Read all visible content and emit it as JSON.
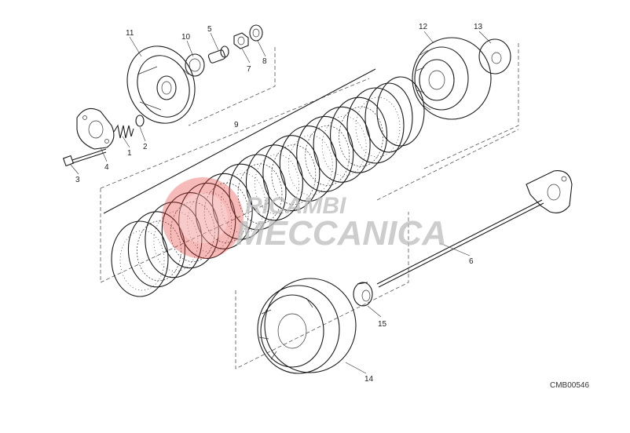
{
  "diagram": {
    "drawing_code": "CMB00546",
    "watermark": {
      "line1": "RICAMBI",
      "line2": "MECCANICA"
    },
    "callouts": [
      {
        "id": "c1",
        "number": "1"
      },
      {
        "id": "c2",
        "number": "2"
      },
      {
        "id": "c3",
        "number": "3"
      },
      {
        "id": "c4",
        "number": "4"
      },
      {
        "id": "c5",
        "number": "5"
      },
      {
        "id": "c6",
        "number": "6"
      },
      {
        "id": "c7",
        "number": "7"
      },
      {
        "id": "c8",
        "number": "8"
      },
      {
        "id": "c9",
        "number": "9"
      },
      {
        "id": "c10",
        "number": "10"
      },
      {
        "id": "c11",
        "number": "11"
      },
      {
        "id": "c12",
        "number": "12"
      },
      {
        "id": "c13",
        "number": "13"
      },
      {
        "id": "c14",
        "number": "14"
      },
      {
        "id": "c15",
        "number": "15"
      }
    ]
  }
}
